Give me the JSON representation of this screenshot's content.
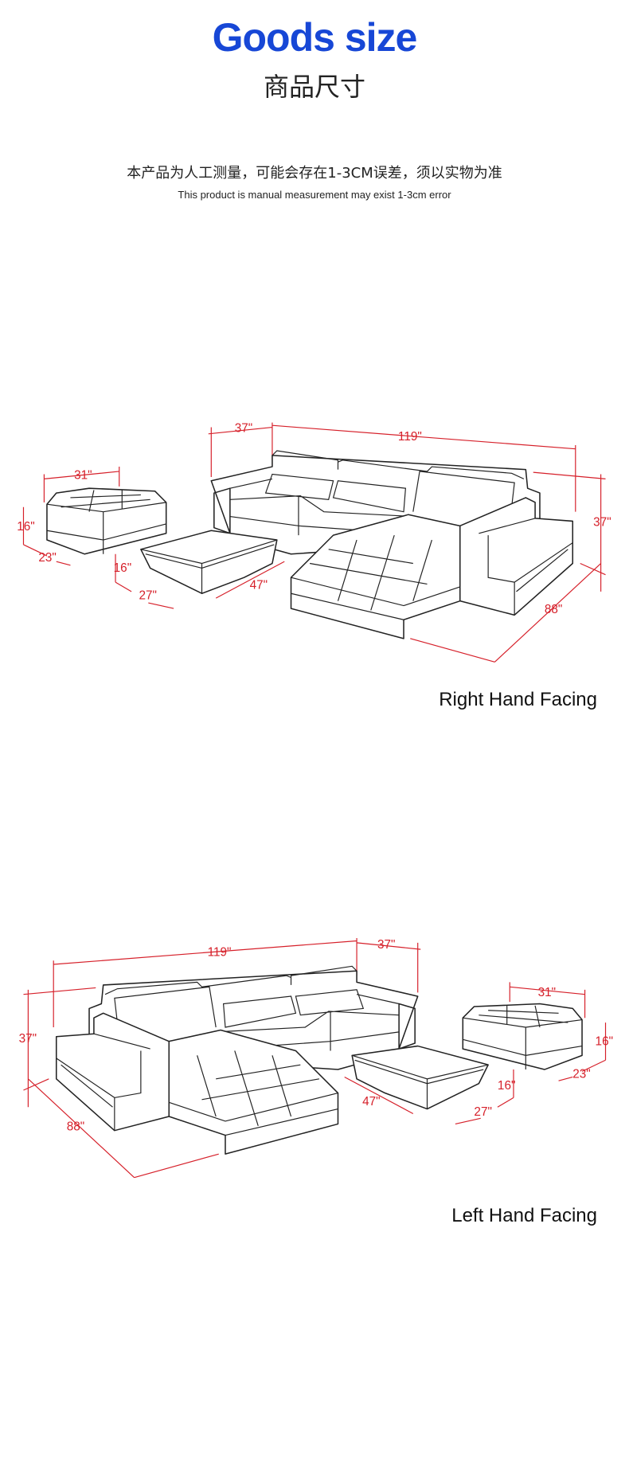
{
  "header": {
    "title": "Goods size",
    "subtitle": "商品尺寸",
    "note_cn": "本产品为人工测量，可能会存在1-3CM误差，须以实物为准",
    "note_en": "This product is manual measurement may exist 1-3cm error"
  },
  "diagrams": [
    {
      "caption": "Right Hand Facing",
      "dims": {
        "back_depth": "37\"",
        "total_width": "119\"",
        "height": "37\"",
        "chaise_length": "88\"",
        "ottoman_width": "31\"",
        "ottoman_height": "16\"",
        "ottoman_depth": "23\"",
        "table_height": "16\"",
        "table_depth": "27\"",
        "table_length": "47\""
      }
    },
    {
      "caption": "Left Hand Facing",
      "dims": {
        "back_depth": "37\"",
        "total_width": "119\"",
        "height": "37\"",
        "chaise_length": "88\"",
        "ottoman_width": "31\"",
        "ottoman_height": "16\"",
        "ottoman_depth": "23\"",
        "table_height": "16\"",
        "table_depth": "27\"",
        "table_length": "47\""
      }
    }
  ],
  "colors": {
    "title": "#1747d6",
    "dimension": "#d6202a"
  }
}
